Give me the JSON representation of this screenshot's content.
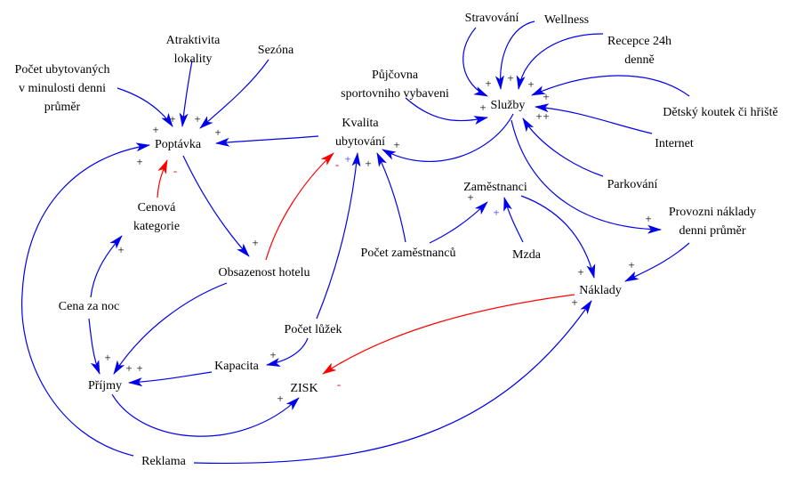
{
  "diagram": {
    "type": "causal-loop-diagram",
    "colors": {
      "positive_link": "#0000ee",
      "negative_link": "#ff0000",
      "text": "#000000",
      "sign_dark": "#000000",
      "sign_blue": "#3333ff",
      "sign_red": "#ff0000"
    },
    "nodes": [
      {
        "id": "poptavka",
        "lines": [
          "Poptávka"
        ]
      },
      {
        "id": "pocet_ubytovanych",
        "lines": [
          "Počet ubytovaných",
          "v minulosti denni",
          "průměr"
        ]
      },
      {
        "id": "atraktivita",
        "lines": [
          "Atraktivita",
          "lokality"
        ]
      },
      {
        "id": "sezona",
        "lines": [
          "Sezóna"
        ]
      },
      {
        "id": "kvalita",
        "lines": [
          "Kvalita",
          "ubytování"
        ]
      },
      {
        "id": "pujcovna",
        "lines": [
          "Půjčovna",
          "sportovniho vybaveni"
        ]
      },
      {
        "id": "stravovani",
        "lines": [
          "Stravování"
        ]
      },
      {
        "id": "wellness",
        "lines": [
          "Wellness"
        ]
      },
      {
        "id": "recepce",
        "lines": [
          "Recepce 24h",
          "denně"
        ]
      },
      {
        "id": "sluzby",
        "lines": [
          "Služby"
        ]
      },
      {
        "id": "detsky_koutek",
        "lines": [
          "Dětský koutek či hřiště"
        ]
      },
      {
        "id": "internet",
        "lines": [
          "Internet"
        ]
      },
      {
        "id": "parkovani",
        "lines": [
          "Parkování"
        ]
      },
      {
        "id": "zamestnanci",
        "lines": [
          "Zaměstnanci"
        ]
      },
      {
        "id": "provozni_naklady",
        "lines": [
          "Provozni náklady",
          "denni průměr"
        ]
      },
      {
        "id": "cenova_kategorie",
        "lines": [
          "Cenová",
          "kategorie"
        ]
      },
      {
        "id": "pocet_zamestnancu",
        "lines": [
          "Počet zaměstnanců"
        ]
      },
      {
        "id": "mzda",
        "lines": [
          "Mzda"
        ]
      },
      {
        "id": "obsazenost",
        "lines": [
          "Obsazenost hotelu"
        ]
      },
      {
        "id": "naklady",
        "lines": [
          "Náklady"
        ]
      },
      {
        "id": "cena_za_noc",
        "lines": [
          "Cena za noc"
        ]
      },
      {
        "id": "pocet_luzek",
        "lines": [
          "Počet lůžek"
        ]
      },
      {
        "id": "kapacita",
        "lines": [
          "Kapacita"
        ]
      },
      {
        "id": "prijmy",
        "lines": [
          "Příjmy"
        ]
      },
      {
        "id": "zisk",
        "lines": [
          "ZISK"
        ]
      },
      {
        "id": "reklama",
        "lines": [
          "Reklama"
        ]
      }
    ],
    "links": [
      {
        "from": "pocet_ubytovanych",
        "to": "poptavka",
        "polarity": "+"
      },
      {
        "from": "atraktivita",
        "to": "poptavka",
        "polarity": "+"
      },
      {
        "from": "sezona",
        "to": "poptavka",
        "polarity": "+"
      },
      {
        "from": "kvalita",
        "to": "poptavka",
        "polarity": "+"
      },
      {
        "from": "reklama",
        "to": "poptavka",
        "polarity": "+"
      },
      {
        "from": "cenova_kategorie",
        "to": "poptavka",
        "polarity": "-"
      },
      {
        "from": "poptavka",
        "to": "obsazenost",
        "polarity": "+"
      },
      {
        "from": "obsazenost",
        "to": "kvalita",
        "polarity": "-"
      },
      {
        "from": "pocet_luzek",
        "to": "kvalita",
        "polarity": "+"
      },
      {
        "from": "pocet_zamestnancu",
        "to": "kvalita",
        "polarity": "+"
      },
      {
        "from": "sluzby",
        "to": "kvalita",
        "polarity": "+"
      },
      {
        "from": "stravovani",
        "to": "sluzby",
        "polarity": "+"
      },
      {
        "from": "wellness",
        "to": "sluzby",
        "polarity": "+"
      },
      {
        "from": "recepce",
        "to": "sluzby",
        "polarity": "+"
      },
      {
        "from": "detsky_koutek",
        "to": "sluzby",
        "polarity": "+"
      },
      {
        "from": "internet",
        "to": "sluzby",
        "polarity": "+"
      },
      {
        "from": "parkovani",
        "to": "sluzby",
        "polarity": "+"
      },
      {
        "from": "pujcovna",
        "to": "sluzby",
        "polarity": "+"
      },
      {
        "from": "sluzby",
        "to": "provozni_naklady",
        "polarity": "+"
      },
      {
        "from": "pocet_zamestnancu",
        "to": "zamestnanci",
        "polarity": "+"
      },
      {
        "from": "mzda",
        "to": "zamestnanci",
        "polarity": "+"
      },
      {
        "from": "zamestnanci",
        "to": "naklady",
        "polarity": "+"
      },
      {
        "from": "provozni_naklady",
        "to": "naklady",
        "polarity": "+"
      },
      {
        "from": "reklama",
        "to": "naklady",
        "polarity": "+"
      },
      {
        "from": "naklady",
        "to": "zisk",
        "polarity": "-"
      },
      {
        "from": "cena_za_noc",
        "to": "cenova_kategorie",
        "polarity": "+"
      },
      {
        "from": "cena_za_noc",
        "to": "prijmy",
        "polarity": "+"
      },
      {
        "from": "obsazenost",
        "to": "prijmy",
        "polarity": "+"
      },
      {
        "from": "pocet_luzek",
        "to": "kapacita",
        "polarity": "+"
      },
      {
        "from": "kapacita",
        "to": "prijmy",
        "polarity": "+"
      },
      {
        "from": "prijmy",
        "to": "zisk",
        "polarity": "+"
      }
    ]
  }
}
